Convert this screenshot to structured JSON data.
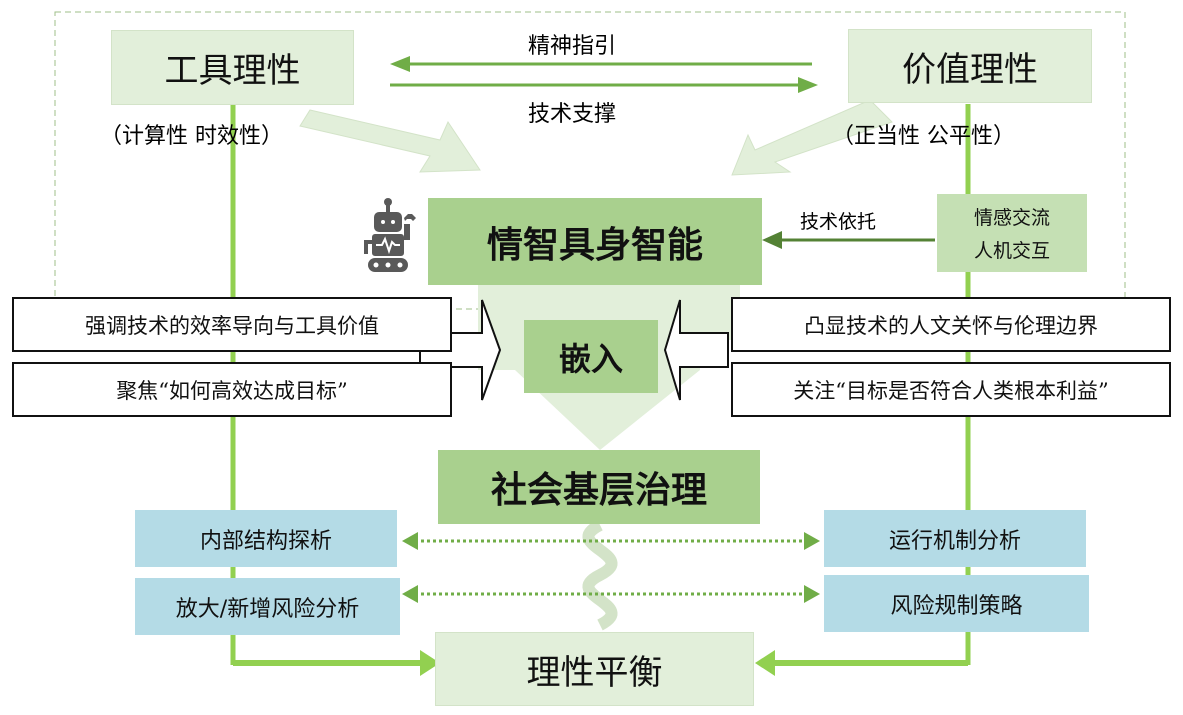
{
  "colors": {
    "light_green": "#e2efda",
    "mid_green": "#a9d08e",
    "dark_green": "#548235",
    "line_green": "#92d050",
    "blue_box": "#b4dbe6",
    "robot_gray": "#595959"
  },
  "top": {
    "left_title": "工具理性",
    "left_sub": "（计算性  时效性）",
    "right_title": "价值理性",
    "right_sub": "（正当性  公平性）",
    "arrow_top_label": "精神指引",
    "arrow_bottom_label": "技术支撑"
  },
  "center": {
    "main_title": "情智具身智能",
    "robot_icon": "robot-icon",
    "side_box_line1": "情感交流",
    "side_box_line2": "人机交互",
    "side_arrow_label": "技术依托",
    "embed_label": "嵌入"
  },
  "left_notes": [
    "强调技术的效率导向与工具价值",
    "聚焦“如何高效达成目标”"
  ],
  "right_notes": [
    "凸显技术的人文关怀与伦理边界",
    "关注“目标是否符合人类根本利益”"
  ],
  "governance": {
    "title": "社会基层治理",
    "left_items": [
      "内部结构探析",
      "放大/新增风险分析"
    ],
    "right_items": [
      "运行机制分析",
      "风险规制策略"
    ]
  },
  "bottom": {
    "title": "理性平衡"
  }
}
